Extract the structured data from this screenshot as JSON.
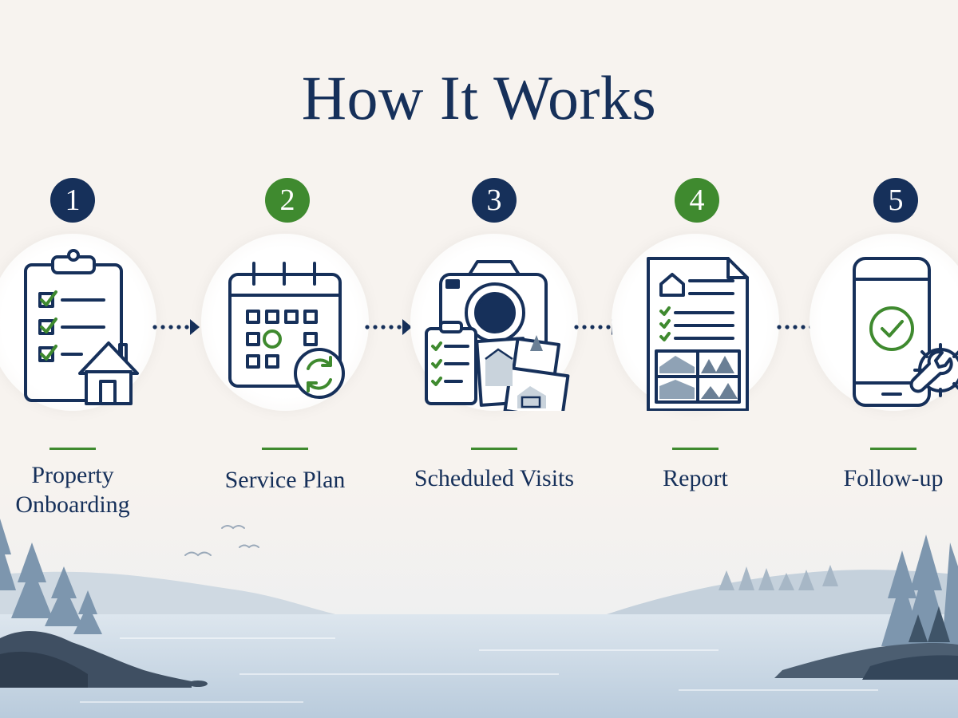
{
  "title": "How It Works",
  "colors": {
    "navy": "#16305a",
    "green": "#3f8a2f",
    "background": "#f7f3ef"
  },
  "steps": [
    {
      "number": "1",
      "label": "Property Onboarding",
      "icon": "clipboard-house-icon",
      "badge_color": "navy"
    },
    {
      "number": "2",
      "label": "Service Plan",
      "icon": "calendar-refresh-icon",
      "badge_color": "green"
    },
    {
      "number": "3",
      "label": "Scheduled Visits",
      "icon": "camera-photos-icon",
      "badge_color": "navy"
    },
    {
      "number": "4",
      "label": "Report",
      "icon": "report-document-icon",
      "badge_color": "green"
    },
    {
      "number": "5",
      "label": "Follow-up",
      "icon": "phone-check-gear-icon",
      "badge_color": "navy"
    }
  ]
}
